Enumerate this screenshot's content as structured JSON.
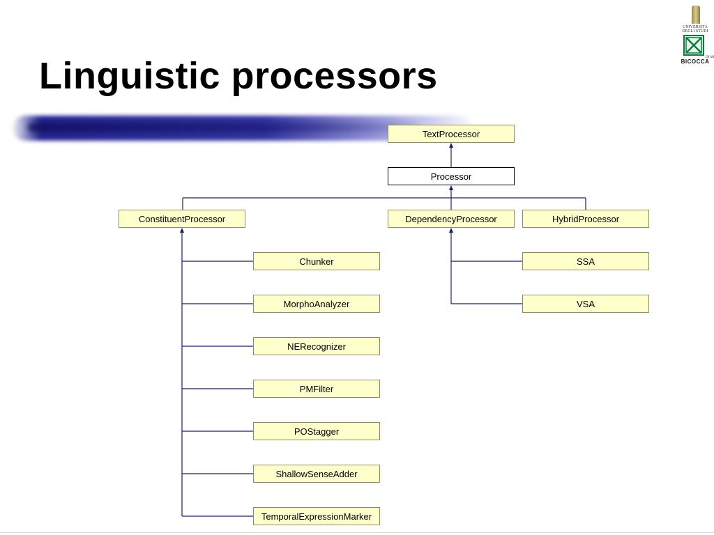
{
  "slide": {
    "title": "Linguistic processors"
  },
  "logo": {
    "line1": "UNIVERSITÀ",
    "line2": "DEGLI STUDI",
    "line3": "DI MILANO",
    "name": "BICOCCA"
  },
  "diagram": {
    "nodes": {
      "text_processor": "TextProcessor",
      "processor": "Processor",
      "constituent_processor": "ConstituentProcessor",
      "dependency_processor": "DependencyProcessor",
      "hybrid_processor": "HybridProcessor",
      "chunker": "Chunker",
      "morpho_analyzer": "MorphoAnalyzer",
      "ne_recognizer": "NERecognizer",
      "pm_filter": "PMFilter",
      "pos_tagger": "POStagger",
      "shallow_sense_adder": "ShallowSenseAdder",
      "temporal_expression_marker": "TemporalExpressionMarker",
      "ssa": "SSA",
      "vsa": "VSA"
    },
    "colors": {
      "node_fill": "#ffffcc",
      "edge": "#1a1a7a",
      "brush": "#1e1e96"
    }
  }
}
